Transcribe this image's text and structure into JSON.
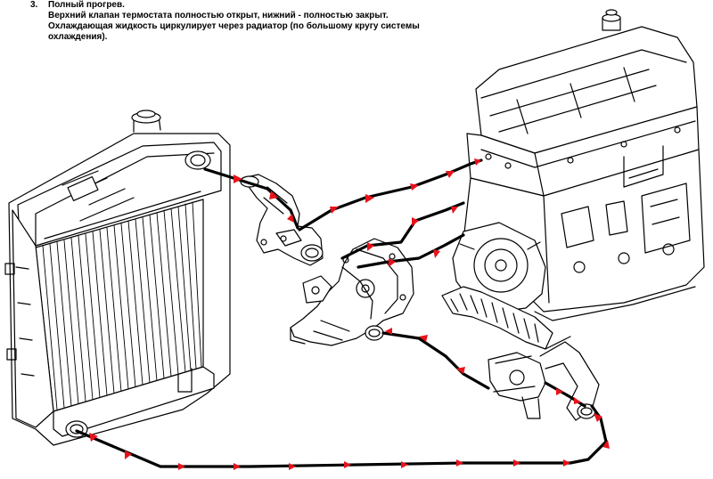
{
  "caption": {
    "number": "3.",
    "heading": "Полный прогрев.",
    "line1": "Верхний клапан термостата полностью открыт, нижний - полностью закрыт.",
    "line2": "Охлаждающая жидкость циркулирует через радиатор (по большому кругу системы",
    "line3": "охлаждения)."
  },
  "colors": {
    "flow_line": "#000000",
    "flow_arrow": "#e8121a",
    "drawing": "#000000"
  },
  "components": [
    "radiator",
    "thermostat",
    "water-pump",
    "engine-block",
    "heater-valve",
    "hose"
  ]
}
